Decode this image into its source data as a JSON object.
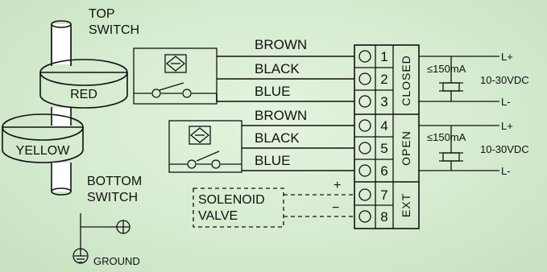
{
  "switches": {
    "top_label_line1": "TOP",
    "top_label_line2": "SWITCH",
    "bottom_label_line1": "BOTTOM",
    "bottom_label_line2": "SWITCH",
    "red_disc_label": "RED",
    "yellow_disc_label": "YELLOW"
  },
  "wires": {
    "top": [
      "BROWN",
      "BLACK",
      "BLUE"
    ],
    "bottom": [
      "BROWN",
      "BLACK",
      "BLUE"
    ]
  },
  "terminals": [
    "1",
    "2",
    "3",
    "4",
    "5",
    "6",
    "7",
    "8"
  ],
  "groups": {
    "closed": "CLOSED",
    "open": "OPEN",
    "ext": "EXT"
  },
  "power": {
    "closed": {
      "plus": "L+",
      "minus": "L-",
      "current": "≤150mA",
      "voltage": "10-30VDC"
    },
    "open": {
      "plus": "L+",
      "minus": "L-",
      "current": "≤150mA",
      "voltage": "10-30VDC"
    }
  },
  "solenoid": {
    "line1": "SOLENOID",
    "line2": "VALVE",
    "plus": "+",
    "minus": "−"
  },
  "ground_label": "GROUND",
  "colors": {
    "background": "#d7ecd0",
    "ink": "#111111",
    "fill": "#ffffff"
  }
}
